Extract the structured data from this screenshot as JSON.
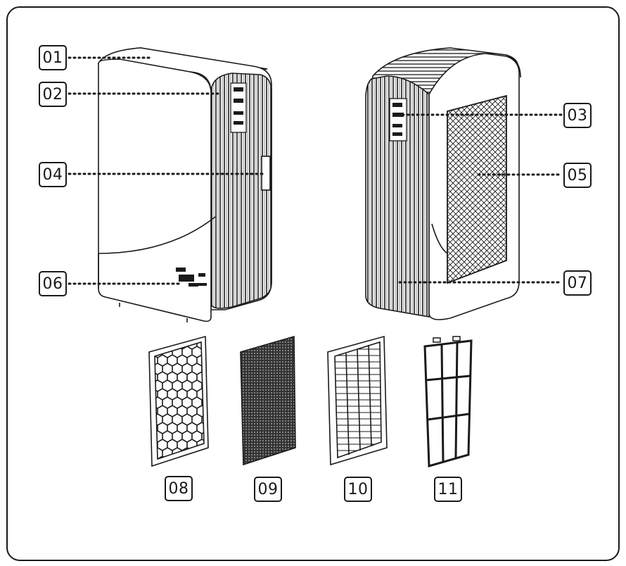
{
  "callouts": [
    "01",
    "02",
    "03",
    "04",
    "05",
    "06",
    "07"
  ],
  "filters": [
    "08",
    "09",
    "10",
    "11"
  ],
  "colors": {
    "stroke": "#1a1a1a",
    "background": "#ffffff"
  }
}
